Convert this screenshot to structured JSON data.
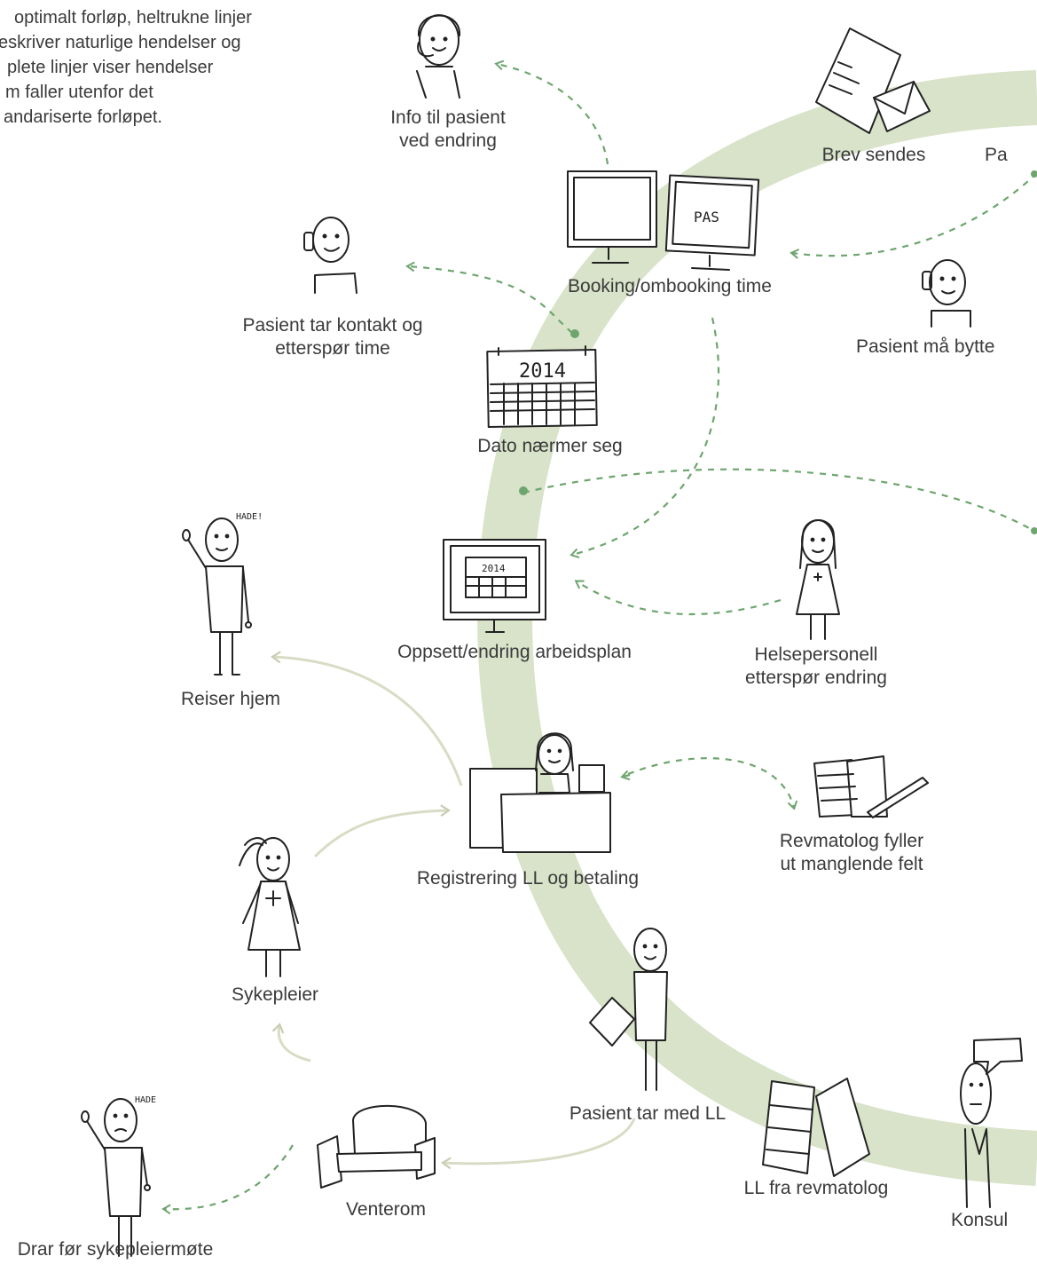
{
  "intro": {
    "lines": [
      "optimalt forløp, heltrukne linjer",
      "eskriver naturlige hendelser og",
      "plete linjer viser hendelser",
      "m faller utenfor det",
      "andariserte forløpet."
    ]
  },
  "colors": {
    "ring": "#d8e3c9",
    "dashed": "#6ea56e",
    "solid": "#d9dcc4",
    "ink": "#222222"
  },
  "nodes": {
    "info_til_pasient": {
      "line1": "Info til pasient",
      "line2": "ved endring"
    },
    "brev_sendes": {
      "label": "Brev sendes"
    },
    "pa_cut": {
      "label": "Pa"
    },
    "booking": {
      "label": "Booking/ombooking time"
    },
    "pasient_ma_bytte": {
      "label": "Pasient må bytte"
    },
    "pasient_tar_kontakt": {
      "line1": "Pasient tar kontakt og",
      "line2": "etterspør time"
    },
    "dato_naermer": {
      "label": "Dato nærmer seg"
    },
    "reiser_hjem": {
      "label": "Reiser hjem"
    },
    "oppsett": {
      "label": "Oppsett/endring arbeidsplan"
    },
    "helsepersonell": {
      "line1": "Helsepersonell",
      "line2": "etterspør endring"
    },
    "revmatolog_fyller": {
      "line1": "Revmatolog fyller",
      "line2": "ut manglende felt"
    },
    "registrering": {
      "label": "Registrering LL og betaling"
    },
    "sykepleier": {
      "label": "Sykepleier"
    },
    "pasient_tar_med": {
      "label": "Pasient tar med LL"
    },
    "ll_fra_revmatolog": {
      "label": "LL fra revmatolog"
    },
    "venterom": {
      "label": "Venterom"
    },
    "konsul_cut": {
      "label": "Konsul"
    },
    "drar_for": {
      "label": "Drar før sykepleiermøte"
    }
  },
  "scribbles": {
    "pas": "PAS",
    "year_big": "2014",
    "year_small": "2014",
    "hade_exclaim": "HADE!",
    "hade": "HADE"
  },
  "icons": [
    "headset-person-icon",
    "letters-icon",
    "monitor-icon",
    "pas-monitor-icon",
    "phone-person-icon",
    "calendar-icon",
    "waving-person-icon",
    "workplan-monitor-icon",
    "nurse-icon",
    "reception-desk-icon",
    "forms-pen-icon",
    "patient-with-form-icon",
    "forms-icon",
    "sofa-icon",
    "doctor-icon",
    "speech-bubble-icon"
  ]
}
